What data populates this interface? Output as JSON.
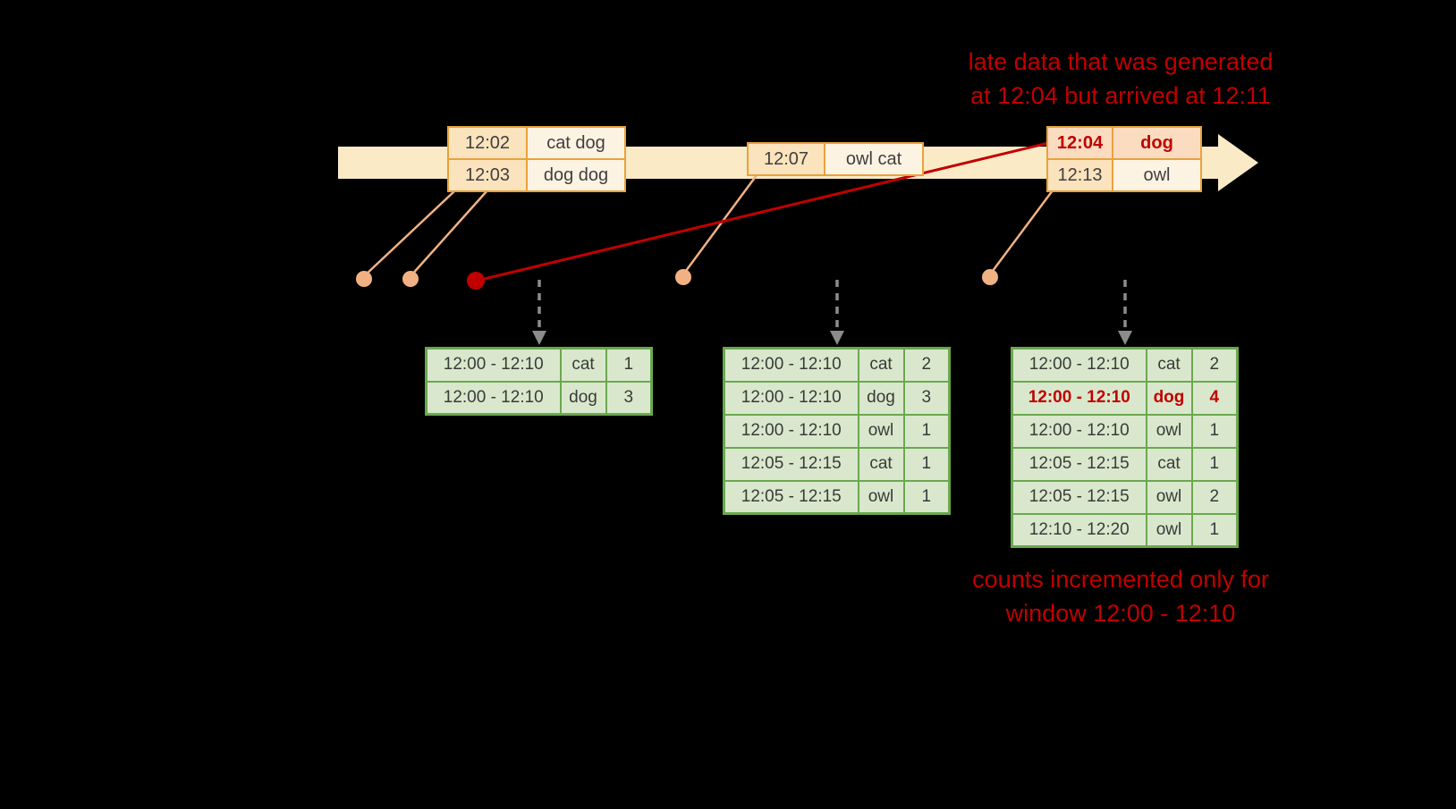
{
  "colors": {
    "background": "#000000",
    "annotation_red": "#c00000",
    "timeline_fill": "#faeac6",
    "event_border": "#e9a23b",
    "event_time_fill": "#fbe3bd",
    "event_word_fill": "#fdf3e2",
    "late_row_fill": "#fbdcc0",
    "table_border": "#6aa84f",
    "table_cell_fill": "#d9e8cc",
    "connector": "#f2b183",
    "late_connector": "#c00000",
    "dashed_arrow": "#8c8c8c",
    "text_dark": "#3f3f3f"
  },
  "annotations": {
    "late_note": {
      "line1": "late data that was generated",
      "line2": "at 12:04 but arrived at 12:11"
    },
    "counts_note": {
      "line1": "counts incremented only for",
      "line2": "window 12:00 - 12:10"
    }
  },
  "event_boxes": [
    {
      "rows": [
        {
          "time": "12:02",
          "words": "cat dog"
        },
        {
          "time": "12:03",
          "words": "dog dog"
        }
      ]
    },
    {
      "rows": [
        {
          "time": "12:07",
          "words": "owl cat"
        }
      ]
    },
    {
      "rows": [
        {
          "time": "12:04",
          "words": "dog",
          "late": true
        },
        {
          "time": "12:13",
          "words": "owl"
        }
      ]
    }
  ],
  "result_tables": [
    {
      "rows": [
        {
          "window": "12:00 - 12:10",
          "word": "cat",
          "count": "1"
        },
        {
          "window": "12:00 - 12:10",
          "word": "dog",
          "count": "3"
        }
      ]
    },
    {
      "rows": [
        {
          "window": "12:00 - 12:10",
          "word": "cat",
          "count": "2"
        },
        {
          "window": "12:00 - 12:10",
          "word": "dog",
          "count": "3"
        },
        {
          "window": "12:00 - 12:10",
          "word": "owl",
          "count": "1"
        },
        {
          "window": "12:05 - 12:15",
          "word": "cat",
          "count": "1"
        },
        {
          "window": "12:05 - 12:15",
          "word": "owl",
          "count": "1"
        }
      ]
    },
    {
      "rows": [
        {
          "window": "12:00 - 12:10",
          "word": "cat",
          "count": "2"
        },
        {
          "window": "12:00 - 12:10",
          "word": "dog",
          "count": "4",
          "late": true
        },
        {
          "window": "12:00 - 12:10",
          "word": "owl",
          "count": "1"
        },
        {
          "window": "12:05 - 12:15",
          "word": "cat",
          "count": "1"
        },
        {
          "window": "12:05 - 12:15",
          "word": "owl",
          "count": "2"
        },
        {
          "window": "12:10 - 12:20",
          "word": "owl",
          "count": "1"
        }
      ]
    }
  ]
}
